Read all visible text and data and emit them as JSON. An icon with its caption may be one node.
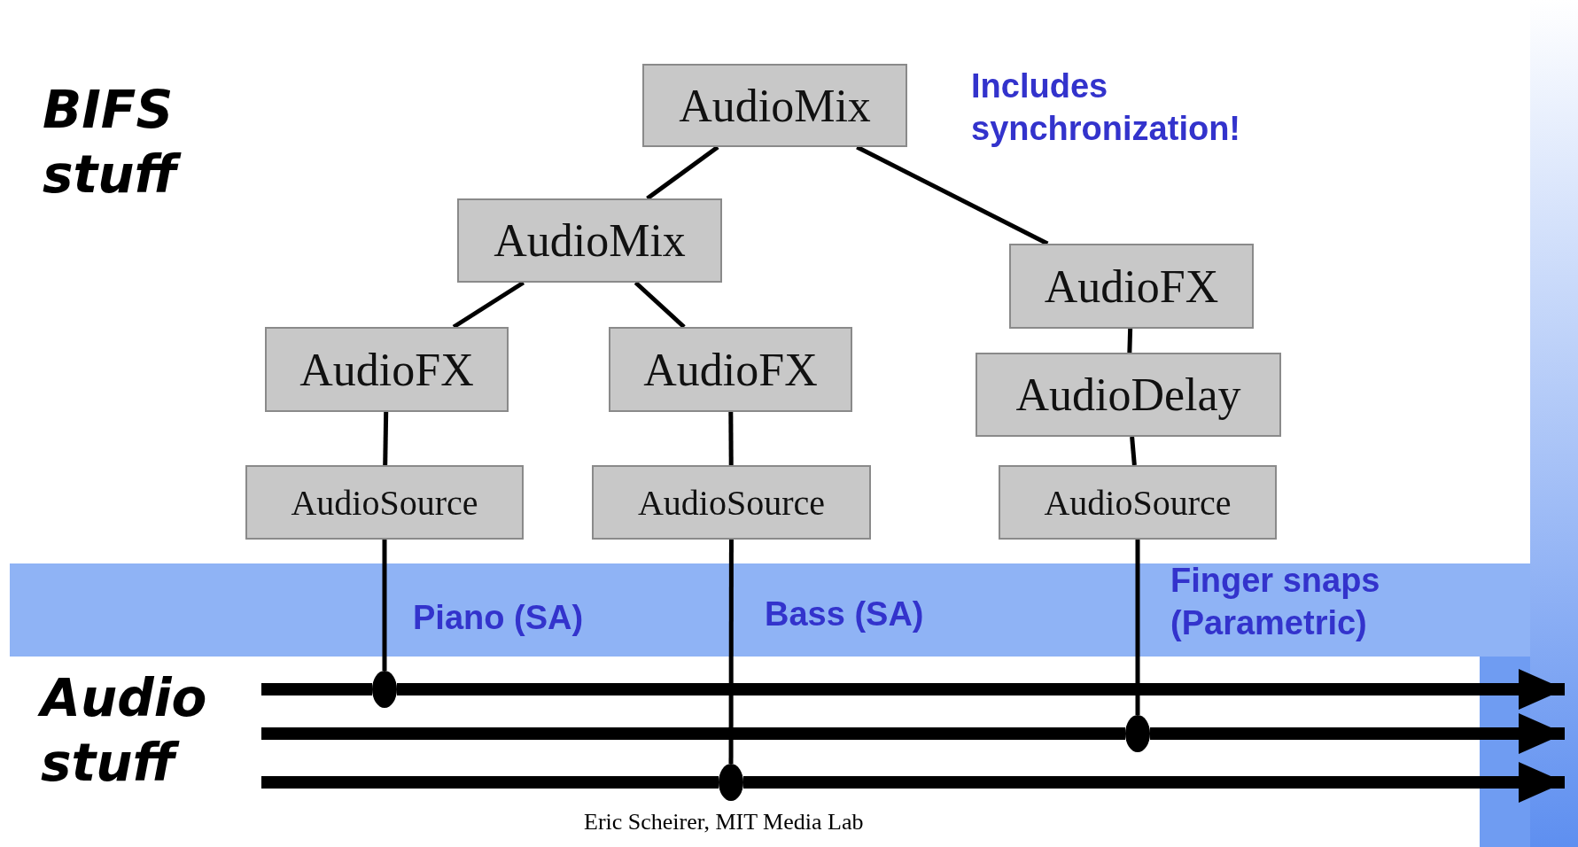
{
  "diagram": {
    "nodes": [
      {
        "text": [
          "AudioMix"
        ]
      },
      {
        "text": [
          "AudioMix"
        ]
      },
      {
        "text": [
          "AudioFX"
        ]
      },
      {
        "text": [
          "AudioFX"
        ]
      },
      {
        "text": [
          "AudioFX"
        ]
      },
      {
        "text": [
          "AudioDelay"
        ]
      },
      {
        "text": [
          "AudioSource"
        ]
      },
      {
        "text": [
          "AudioSource"
        ]
      },
      {
        "text": [
          "AudioSource"
        ]
      },
      {
        "text": [],
        "shape": "circle"
      },
      {
        "text": [],
        "shape": "circle"
      },
      {
        "text": [],
        "shape": "circle"
      }
    ],
    "edges": [
      {
        "from": 0,
        "to": 1,
        "arrow": "none"
      },
      {
        "from": 0,
        "to": 2,
        "arrow": "none"
      },
      {
        "from": 1,
        "to": 3,
        "arrow": "none"
      },
      {
        "from": 1,
        "to": 4,
        "arrow": "none"
      },
      {
        "from": 2,
        "to": 5,
        "arrow": "none"
      },
      {
        "from": 3,
        "to": 6,
        "arrow": "none"
      },
      {
        "from": 4,
        "to": 7,
        "arrow": "none"
      },
      {
        "from": 5,
        "to": 8,
        "arrow": "none"
      },
      {
        "from": 6,
        "to": 9,
        "arrow": "none"
      },
      {
        "from": 7,
        "to": 10,
        "arrow": "none"
      },
      {
        "from": 8,
        "to": 11,
        "arrow": "none"
      },
      {
        "from": null,
        "to": 9,
        "arrow": "none",
        "style": "thick"
      },
      {
        "from": 9,
        "to": null,
        "arrow": "to",
        "style": "thick"
      },
      {
        "from": null,
        "to": 11,
        "arrow": "none",
        "style": "thick"
      },
      {
        "from": 11,
        "to": null,
        "arrow": "to",
        "style": "thick"
      },
      {
        "from": null,
        "to": 10,
        "arrow": "none",
        "style": "thick"
      },
      {
        "from": 10,
        "to": null,
        "arrow": "to",
        "style": "thick"
      }
    ],
    "labels": [
      "BIFS stuff",
      "Includes synchronization!",
      "Finger snaps (Parametric)",
      "Piano (SA)",
      "Bass (SA)",
      "Audio stuff",
      "Eric Scheirer, MIT Media Lab"
    ]
  }
}
